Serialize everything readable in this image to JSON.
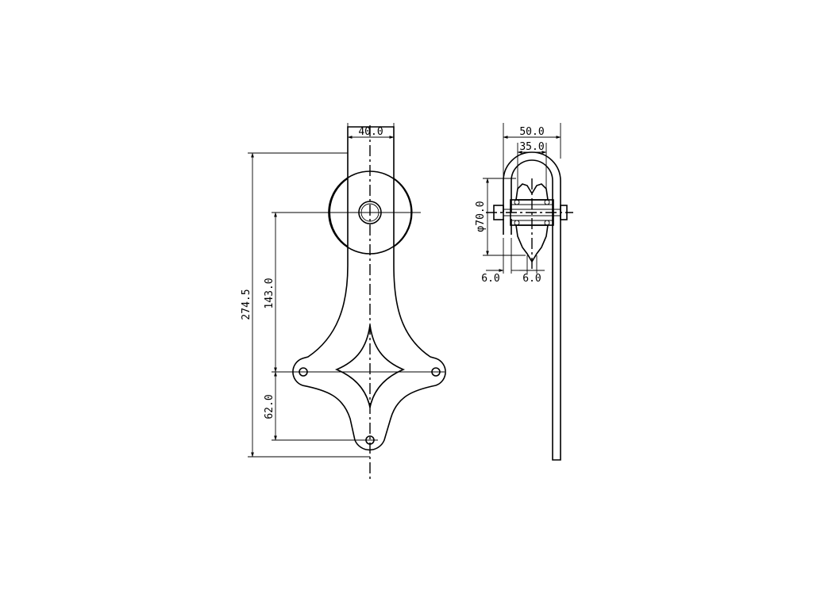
{
  "dimensions": {
    "width_top": "40.0",
    "height_total": "274.5",
    "height_upper": "143.0",
    "height_lower": "62.0",
    "side_width": "50.0",
    "side_inner_width": "35.0",
    "wheel_diameter": "φ70.0",
    "side_offset_left": "6.0",
    "side_offset_right": "6.0"
  }
}
